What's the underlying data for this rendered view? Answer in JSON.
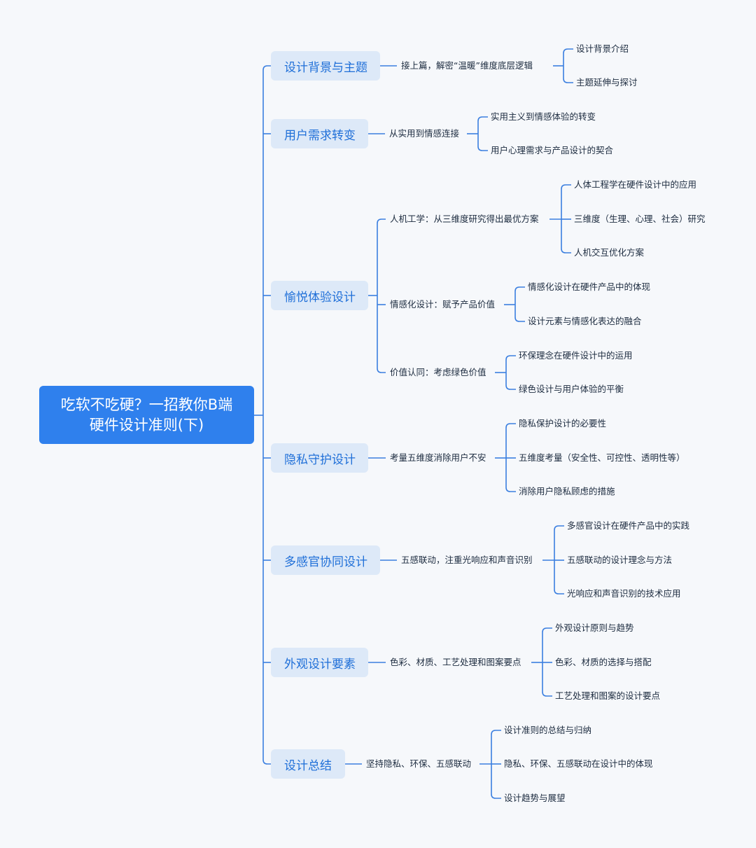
{
  "root": {
    "line1": "吃软不吃硬？一招教你B端",
    "line2": "硬件设计准则(下)"
  },
  "colors": {
    "accent": "#2f80ed",
    "line": "#3b7fe0",
    "category_bg": "#dde9f8",
    "category_text": "#1f6fd8",
    "background": "#f6f8fb"
  },
  "branches": [
    {
      "label": "设计背景与主题",
      "children": [
        {
          "label": "接上篇，解密“温暖”维度底层逻辑",
          "children": [
            "设计背景介绍",
            "主题延伸与探讨"
          ]
        }
      ]
    },
    {
      "label": "用户需求转变",
      "children": [
        {
          "label": "从实用到情感连接",
          "children": [
            "实用主义到情感体验的转变",
            "用户心理需求与产品设计的契合"
          ]
        }
      ]
    },
    {
      "label": "愉悦体验设计",
      "children": [
        {
          "label": "人机工学：从三维度研究得出最优方案",
          "children": [
            "人体工程学在硬件设计中的应用",
            "三维度（生理、心理、社会）研究",
            "人机交互优化方案"
          ]
        },
        {
          "label": "情感化设计：赋予产品价值",
          "children": [
            "情感化设计在硬件产品中的体现",
            "设计元素与情感化表达的融合"
          ]
        },
        {
          "label": "价值认同：考虑绿色价值",
          "children": [
            "环保理念在硬件设计中的运用",
            "绿色设计与用户体验的平衡"
          ]
        }
      ]
    },
    {
      "label": "隐私守护设计",
      "children": [
        {
          "label": "考量五维度消除用户不安",
          "children": [
            "隐私保护设计的必要性",
            "五维度考量（安全性、可控性、透明性等）",
            "消除用户隐私顾虑的措施"
          ]
        }
      ]
    },
    {
      "label": "多感官协同设计",
      "children": [
        {
          "label": "五感联动，注重光响应和声音识别",
          "children": [
            "多感官设计在硬件产品中的实践",
            "五感联动的设计理念与方法",
            "光响应和声音识别的技术应用"
          ]
        }
      ]
    },
    {
      "label": "外观设计要素",
      "children": [
        {
          "label": "色彩、材质、工艺处理和图案要点",
          "children": [
            "外观设计原则与趋势",
            "色彩、材质的选择与搭配",
            "工艺处理和图案的设计要点"
          ]
        }
      ]
    },
    {
      "label": "设计总结",
      "children": [
        {
          "label": "坚持隐私、环保、五感联动",
          "children": [
            "设计准则的总结与归纳",
            "隐私、环保、五感联动在设计中的体现",
            "设计趋势与展望"
          ]
        }
      ]
    }
  ]
}
